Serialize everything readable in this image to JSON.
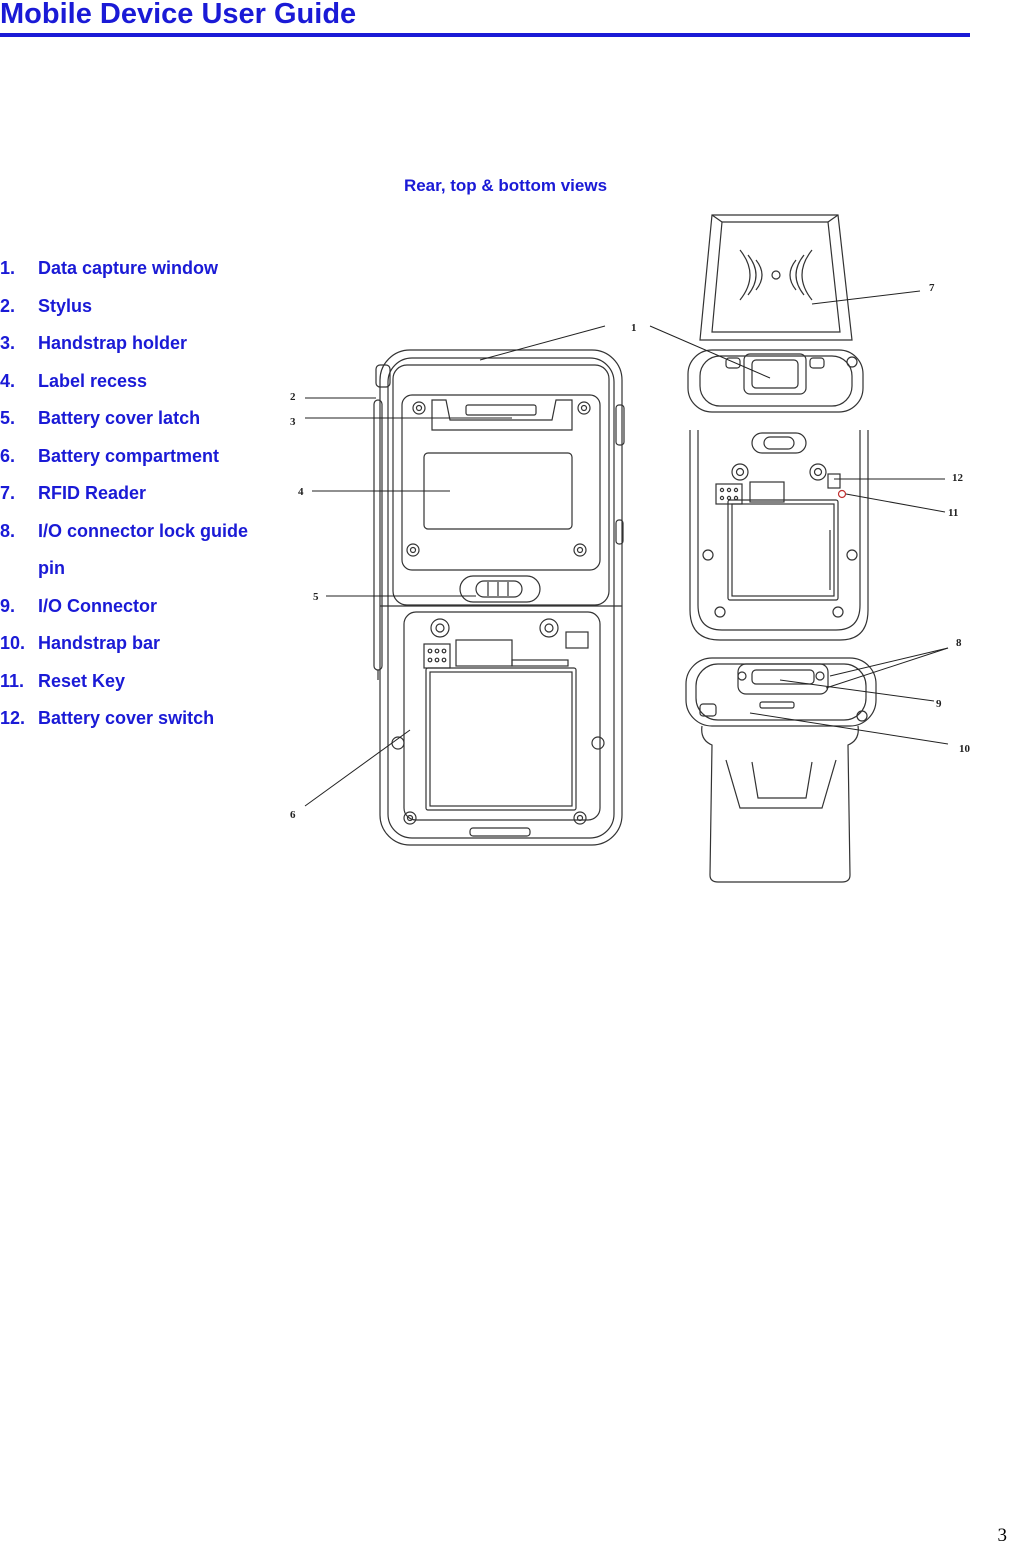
{
  "header": {
    "title": "Mobile Device User Guide",
    "accent_color": "#1a1ad6"
  },
  "figure": {
    "caption": "Rear, top & bottom views",
    "callouts": [
      "1",
      "2",
      "3",
      "4",
      "5",
      "6",
      "7",
      "8",
      "9",
      "10",
      "11",
      "12"
    ]
  },
  "legend": [
    {
      "num": "1.",
      "label": "Data capture window"
    },
    {
      "num": "2.",
      "label": "Stylus"
    },
    {
      "num": "3.",
      "label": "Handstrap holder"
    },
    {
      "num": "4.",
      "label": "Label recess"
    },
    {
      "num": "5.",
      "label": "Battery cover latch"
    },
    {
      "num": "6.",
      "label": "Battery compartment"
    },
    {
      "num": "7.",
      "label": "RFID Reader"
    },
    {
      "num": "8.",
      "label": "I/O connector lock guide pin"
    },
    {
      "num": "9.",
      "label": "I/O Connector"
    },
    {
      "num": "10.",
      "label": "Handstrap bar"
    },
    {
      "num": "11.",
      "label": "Reset Key"
    },
    {
      "num": "12.",
      "label": "Battery cover switch"
    }
  ],
  "footer": {
    "page_number": "3"
  }
}
